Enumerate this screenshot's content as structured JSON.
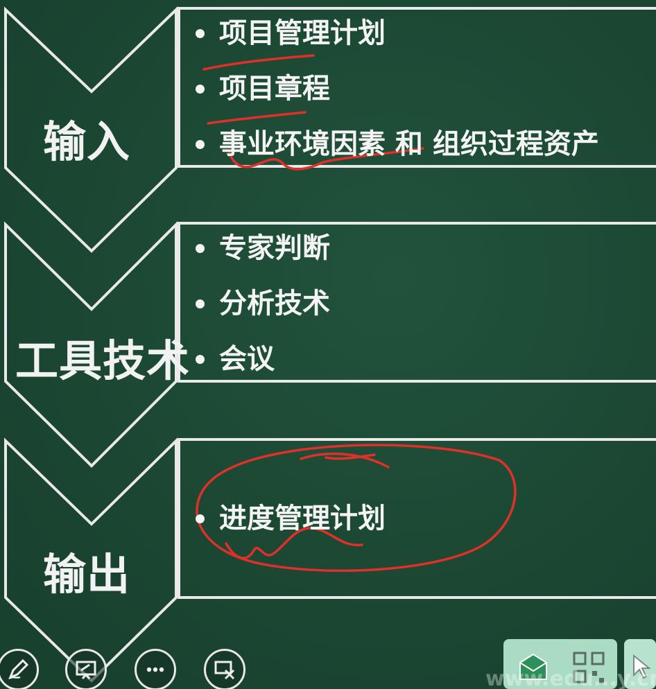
{
  "sections": {
    "input": {
      "label": "输入",
      "items": [
        "项目管理计划",
        "项目章程",
        "事业环境因素 和 组织过程资产"
      ]
    },
    "tools": {
      "label": "工具技术",
      "items": [
        "专家判断",
        "分析技术",
        "会议"
      ]
    },
    "output": {
      "label": "输出",
      "items": [
        "进度管理计划"
      ]
    }
  },
  "toolbar": {
    "buttons": [
      "pen-icon",
      "whiteboard-icon",
      "more-icon",
      "close-screen-icon"
    ]
  },
  "side_cards": [
    "message-icon",
    "qr-code-icon",
    "cursor-icon"
  ],
  "watermark": "www.edu...y.cn",
  "colors": {
    "board": "#1d4a36",
    "chalk": "#f2f2f2",
    "annotation": "#e0302a",
    "card": "#a9dcc2"
  }
}
